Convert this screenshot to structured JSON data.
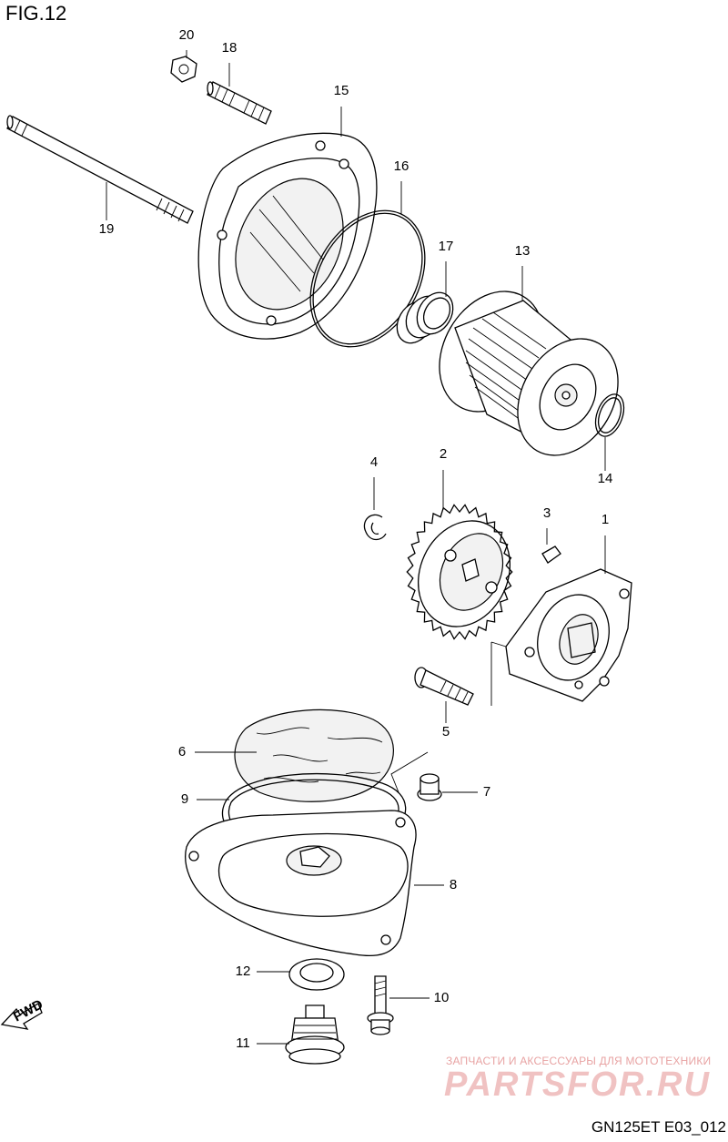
{
  "figure": {
    "title": "FIG.12",
    "drawing_code": "GN125ET E03_012"
  },
  "direction_marker": {
    "label": "FWD",
    "icon": "fwd-arrow-icon"
  },
  "parts": [
    {
      "no": "1"
    },
    {
      "no": "2"
    },
    {
      "no": "3"
    },
    {
      "no": "4"
    },
    {
      "no": "5"
    },
    {
      "no": "6"
    },
    {
      "no": "7"
    },
    {
      "no": "8"
    },
    {
      "no": "9"
    },
    {
      "no": "10"
    },
    {
      "no": "11"
    },
    {
      "no": "12"
    },
    {
      "no": "13"
    },
    {
      "no": "14"
    },
    {
      "no": "15"
    },
    {
      "no": "16"
    },
    {
      "no": "17"
    },
    {
      "no": "18"
    },
    {
      "no": "19"
    },
    {
      "no": "20"
    }
  ],
  "watermark": {
    "caption": "ЗАПЧАСТИ И АКСЕССУАРЫ ДЛЯ МОТОТЕХНИКИ",
    "logo_text": "PARTSFOR.RU",
    "color": "#f0c2c2"
  }
}
